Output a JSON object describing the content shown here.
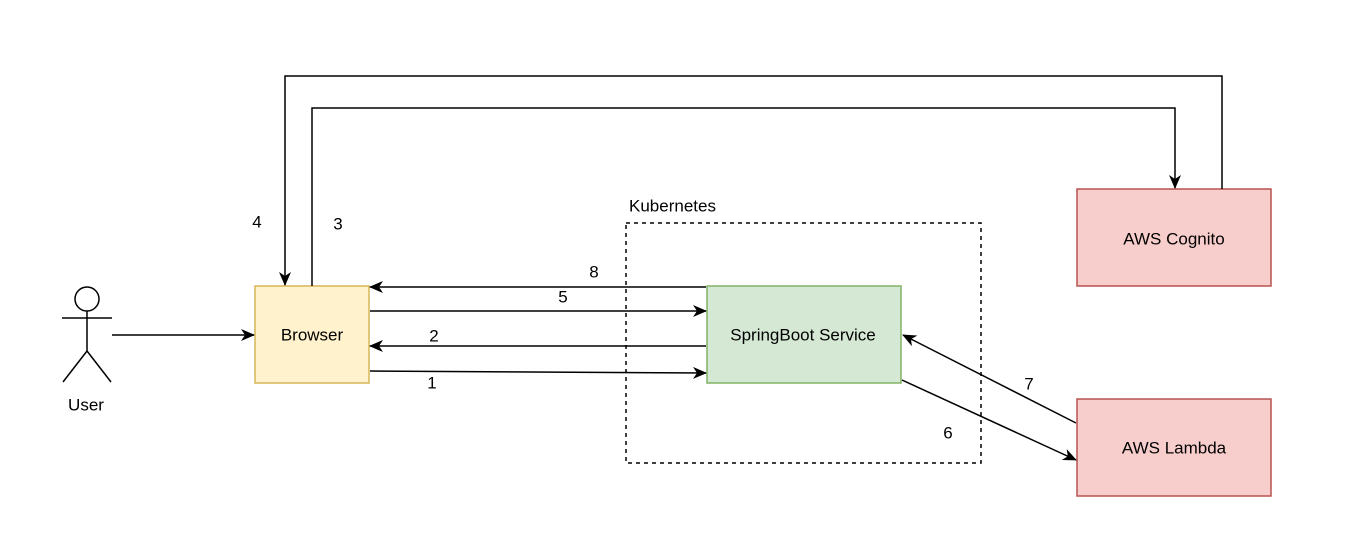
{
  "diagram": {
    "nodes": {
      "user": {
        "label": "User"
      },
      "browser": {
        "label": "Browser",
        "fill": "#fff2cc",
        "stroke": "#d6b656"
      },
      "springboot": {
        "label": "SpringBoot Service",
        "fill": "#d5e8d4",
        "stroke": "#82b366"
      },
      "cognito": {
        "label": "AWS Cognito",
        "fill": "#f8cecc",
        "stroke": "#b85450"
      },
      "lambda": {
        "label": "AWS Lambda",
        "fill": "#f8cecc",
        "stroke": "#b85450"
      }
    },
    "group": {
      "label": "Kubernetes"
    },
    "edges": {
      "e1": {
        "label": "1",
        "from": "browser",
        "to": "springboot"
      },
      "e2": {
        "label": "2",
        "from": "springboot",
        "to": "browser"
      },
      "e3": {
        "label": "3",
        "from": "browser",
        "to": "cognito"
      },
      "e4": {
        "label": "4",
        "from": "cognito",
        "to": "browser"
      },
      "e5": {
        "label": "5",
        "from": "browser",
        "to": "springboot"
      },
      "e6": {
        "label": "6",
        "from": "springboot",
        "to": "lambda"
      },
      "e7": {
        "label": "7",
        "from": "lambda",
        "to": "springboot"
      },
      "e8": {
        "label": "8",
        "from": "springboot",
        "to": "browser"
      },
      "user_to_browser": {
        "label": "",
        "from": "user",
        "to": "browser"
      }
    }
  }
}
